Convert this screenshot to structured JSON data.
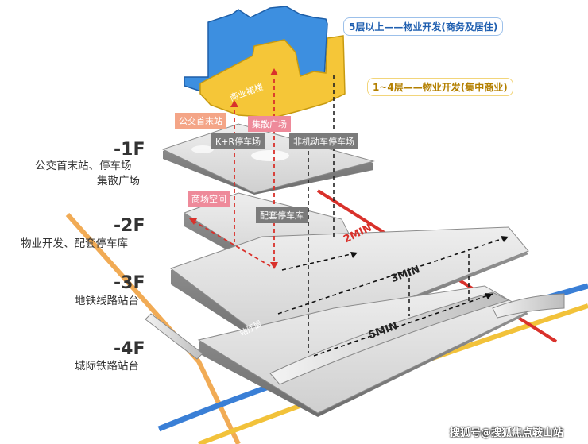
{
  "floors": [
    {
      "id": "-1F",
      "desc_lines": [
        "公交首末站、停车场",
        "集散广场"
      ]
    },
    {
      "id": "-2F",
      "desc_lines": [
        "物业开发、配套停车库"
      ]
    },
    {
      "id": "-3F",
      "desc_lines": [
        "地铁线路站台"
      ]
    },
    {
      "id": "-4F",
      "desc_lines": [
        "城际铁路站台"
      ]
    }
  ],
  "upper_labels": {
    "above5": "5层以上——物业开发(商务及居住)",
    "floors1to4": "1~4层——物业开发(集中商业)",
    "podium": "商业裙楼"
  },
  "tags": {
    "bus_terminal": "公交首末站",
    "plaza": "集散广场",
    "kr_parking": "K+R停车场",
    "bike_parking": "非机动车停车场",
    "mall_space": "商场空间",
    "garage": "配套停车库",
    "concourse": "站厅层"
  },
  "minutes": {
    "two": "2MIN",
    "three": "3MIN",
    "five": "5MIN"
  },
  "watermark": "搜狐号@搜狐焦点鞍山站",
  "colors": {
    "blue_tower": "#3d8fe0",
    "yellow_tower": "#f5c638",
    "red_line": "#d9312b",
    "orange_rail": "#f0a243",
    "blue_rail": "#3a7fd6",
    "yellow_rail": "#f2c23a"
  }
}
